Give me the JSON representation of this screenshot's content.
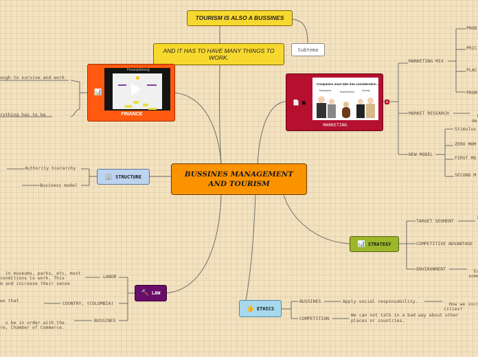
{
  "central": "BUSSINES MANAGEMENT AND TOURISM",
  "top": {
    "tourism": "TOURISM IS ALSO A BUSSINES",
    "many_things": "AND IT HAS TO HAVE MANY THINGS TO WORK.",
    "subtema": "Subtema"
  },
  "finance": {
    "label": "FINANCE",
    "video_title": "Finanzplanung",
    "left_1": "ough to survive and work",
    "left_2": "rything has to be"
  },
  "marketing": {
    "label": "MARKETING",
    "image_title": "Companies must take into consideration ...",
    "image_cols": [
      "Employees",
      "Shareholders",
      "Society"
    ],
    "mix": "MARKETING MIX",
    "mix_items": [
      "PROD",
      "PRIC",
      "PLAC",
      "PROM"
    ],
    "research": "MARKET RESEARCH",
    "research_detail": "Re\nde",
    "new_model": "NEW MODEL",
    "new_model_items": [
      "Stimulus",
      "ZERO MOM",
      "FIRST MO",
      "SECOND M"
    ]
  },
  "structure": {
    "label": "STRUCTURE",
    "items": [
      "Authority hierarchy",
      "Business model"
    ]
  },
  "strategy": {
    "label": "STRATEGY",
    "target": "TARGET SEGMENT",
    "target_detail": "I",
    "competitive": "COMPETITIVE ADVANTAGE",
    "environment": "ENVIRONMENT",
    "environment_detail": "Ever\nsome"
  },
  "law": {
    "label": "LAW",
    "labor": "LABOR",
    "labor_detail": "in museums, parks, etc, must\nconditions to work. This\nm and increase their sense",
    "country": "COUNTRY, (COLOMBIA)",
    "country_detail": "ws that",
    "bussines": "BUSSINES",
    "bussines_detail": "o be in order with the\nre, Chamber of Commerce."
  },
  "ethics": {
    "label": "ETHICS",
    "bussines": "BUSSINES",
    "bussines_detail": "Apply social responsability.",
    "bussines_extra": "How we increa\ncities?",
    "competition": "COMPETITION",
    "competition_detail": "We can not talk in a bad way about other places or countries."
  },
  "colors": {
    "central": "#fb9200",
    "finance": "#ff5a10",
    "marketing": "#b5102e",
    "structure": "#bcd4f0",
    "strategy": "#9cb82a",
    "law": "#6a0c6a",
    "ethics": "#a8d8ee",
    "yellow": "#f7d82f"
  }
}
